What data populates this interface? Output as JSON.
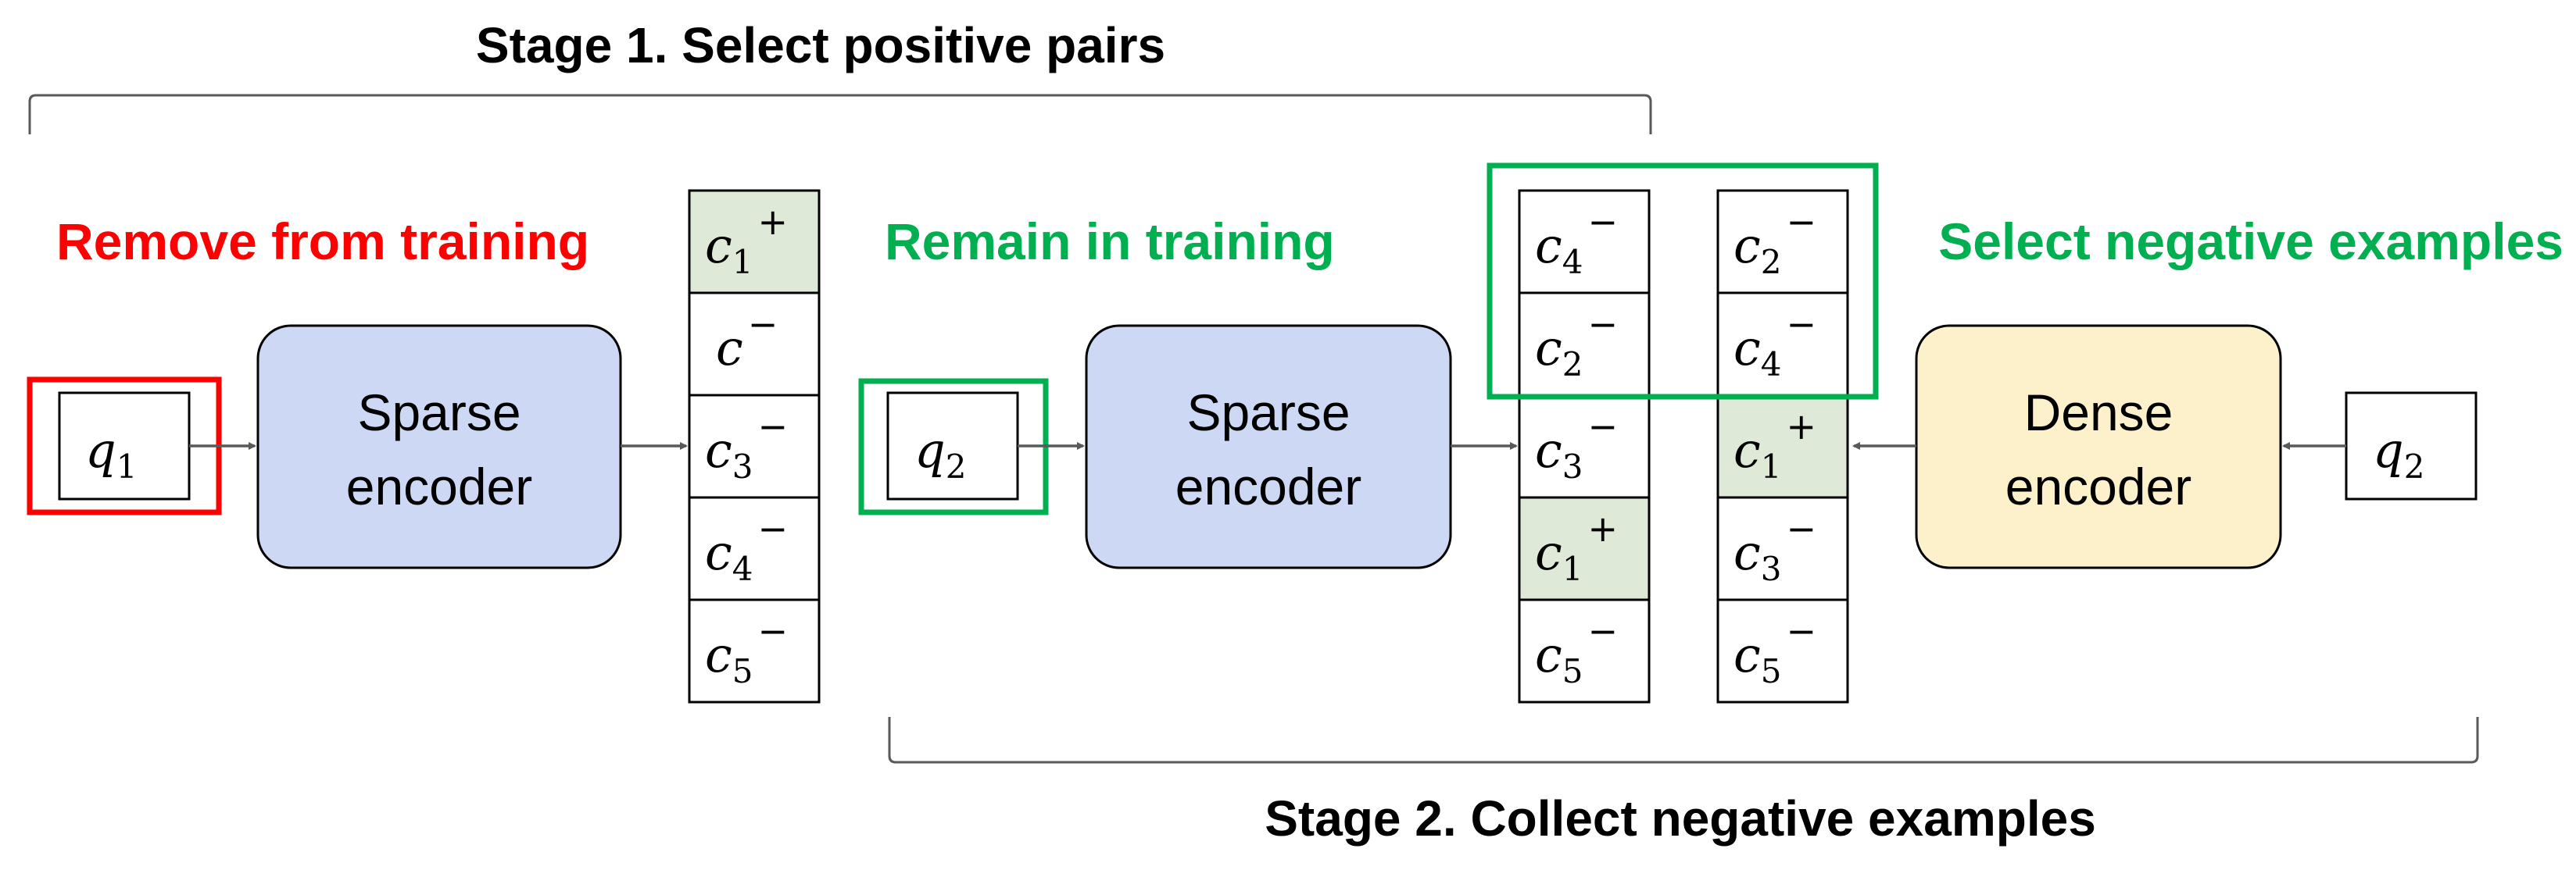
{
  "colors": {
    "remove_red": "#ff0000",
    "remain_green": "#00b050",
    "sparse_fill": "#ccd8f4",
    "dense_fill": "#fdf1cc",
    "positive_fill": "#dfe9d7"
  },
  "stage1": {
    "title": "Stage 1. Select positive pairs"
  },
  "stage2": {
    "title": "Stage 2. Collect negative examples"
  },
  "left_block": {
    "label": "Remove from training",
    "query": {
      "base": "q",
      "sub": "1"
    },
    "encoder": {
      "line1": "Sparse",
      "line2": "encoder"
    },
    "candidates": [
      {
        "base": "c",
        "sub": "1",
        "sup": "+",
        "positive": true
      },
      {
        "base": "c",
        "sub": "",
        "sup": "−",
        "positive": false
      },
      {
        "base": "c",
        "sub": "3",
        "sup": "−",
        "positive": false
      },
      {
        "base": "c",
        "sub": "4",
        "sup": "−",
        "positive": false
      },
      {
        "base": "c",
        "sub": "5",
        "sup": "−",
        "positive": false
      }
    ]
  },
  "middle_block": {
    "label": "Remain in training",
    "query": {
      "base": "q",
      "sub": "2"
    },
    "encoder": {
      "line1": "Sparse",
      "line2": "encoder"
    },
    "candidates": [
      {
        "base": "c",
        "sub": "4",
        "sup": "−",
        "positive": false
      },
      {
        "base": "c",
        "sub": "2",
        "sup": "−",
        "positive": false
      },
      {
        "base": "c",
        "sub": "3",
        "sup": "−",
        "positive": false
      },
      {
        "base": "c",
        "sub": "1",
        "sup": "+",
        "positive": true
      },
      {
        "base": "c",
        "sub": "5",
        "sup": "−",
        "positive": false
      }
    ]
  },
  "right_block": {
    "label": "Select negative examples",
    "query": {
      "base": "q",
      "sub": "2"
    },
    "encoder": {
      "line1": "Dense",
      "line2": "encoder"
    },
    "candidates": [
      {
        "base": "c",
        "sub": "2",
        "sup": "−",
        "positive": false
      },
      {
        "base": "c",
        "sub": "4",
        "sup": "−",
        "positive": false
      },
      {
        "base": "c",
        "sub": "1",
        "sup": "+",
        "positive": true
      },
      {
        "base": "c",
        "sub": "3",
        "sup": "−",
        "positive": false
      },
      {
        "base": "c",
        "sub": "5",
        "sup": "−",
        "positive": false
      }
    ]
  }
}
